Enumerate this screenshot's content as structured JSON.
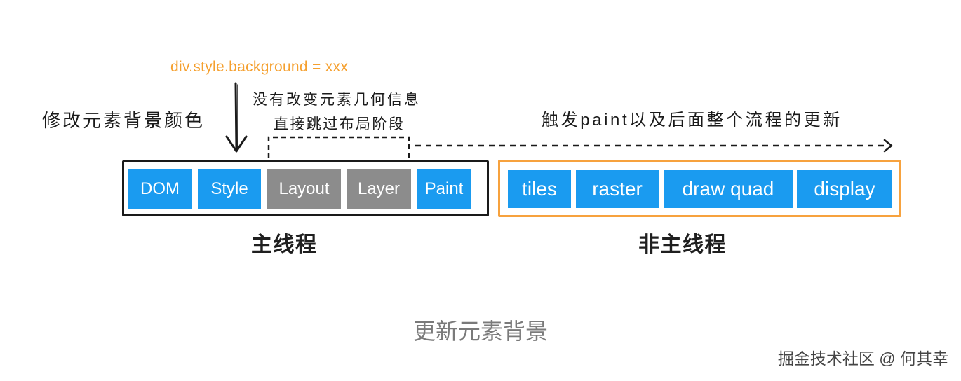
{
  "code_label": "div.style.background = xxx",
  "left_note": "修改元素背景颜色",
  "skip_note": {
    "line1": "没有改变元素几何信息",
    "line2": "直接跳过布局阶段"
  },
  "right_note": "触发paint以及后面整个流程的更新",
  "main_thread": {
    "label": "主线程",
    "stages": [
      {
        "label": "DOM",
        "fill": "#1A9BF0"
      },
      {
        "label": "Style",
        "fill": "#1A9BF0"
      },
      {
        "label": "Layout",
        "fill": "#8C8C8C"
      },
      {
        "label": "Layer",
        "fill": "#8C8C8C"
      },
      {
        "label": "Paint",
        "fill": "#1A9BF0"
      }
    ]
  },
  "other_thread": {
    "label": "非主线程",
    "stages": [
      {
        "label": "tiles",
        "fill": "#1A9BF0"
      },
      {
        "label": "raster",
        "fill": "#1A9BF0"
      },
      {
        "label": "draw quad",
        "fill": "#1A9BF0"
      },
      {
        "label": "display",
        "fill": "#1A9BF0"
      }
    ]
  },
  "caption": "更新元素背景",
  "watermark": "掘金技术社区 @ 何其幸",
  "colors": {
    "code_text": "#F5A02F",
    "main_frame": "#1A1A1A",
    "other_frame": "#F7A23E",
    "arrows": "#1A1A1A",
    "caption_text": "#7A7A7A"
  }
}
